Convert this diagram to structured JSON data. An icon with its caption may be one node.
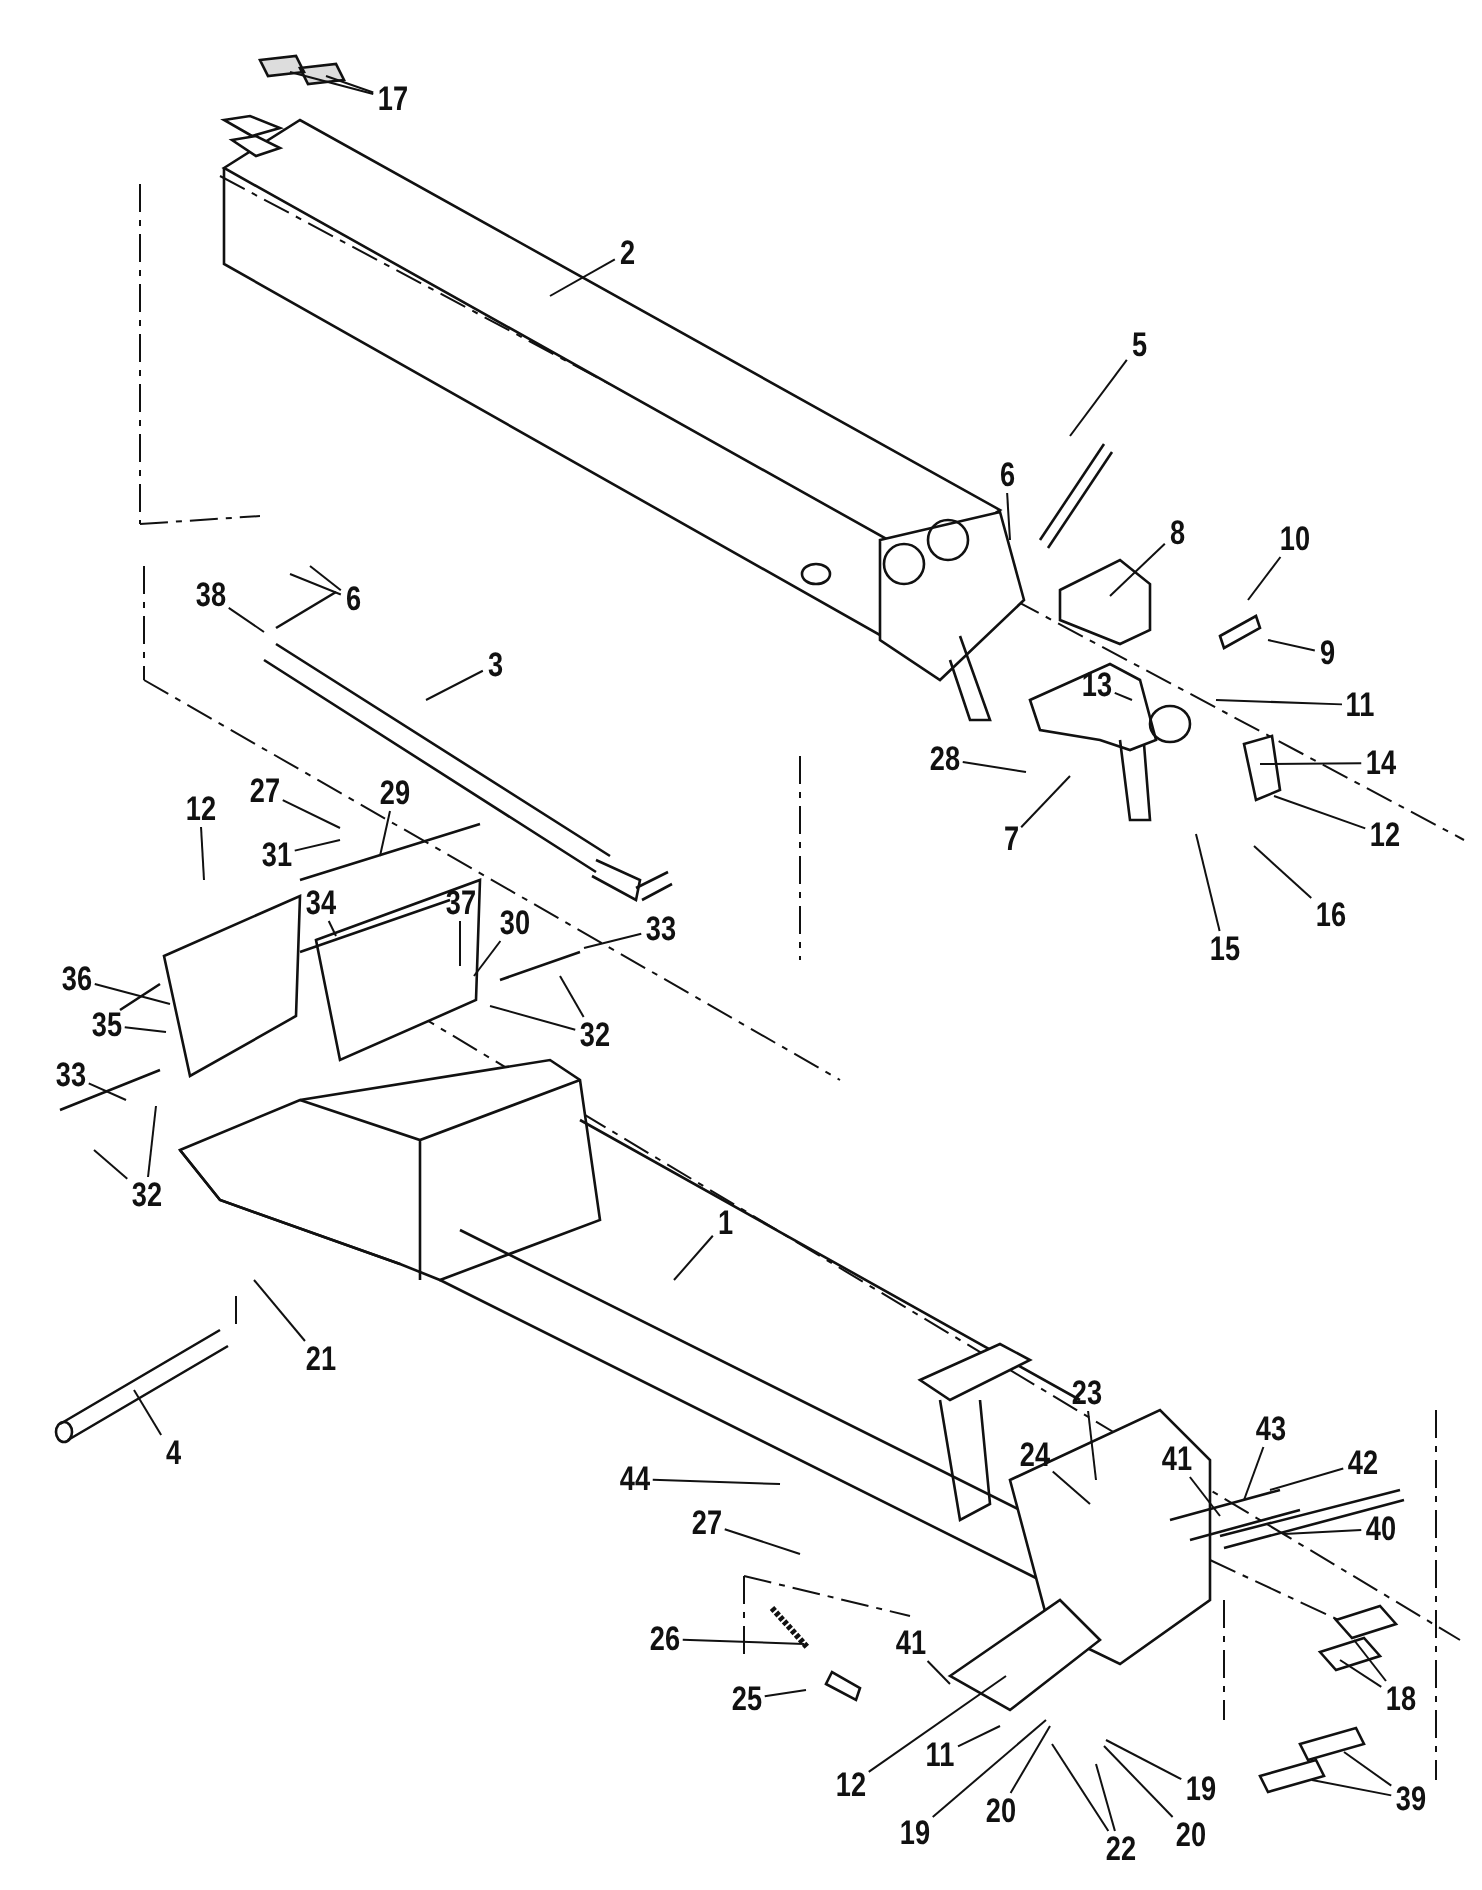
{
  "diagram": {
    "nodes": [
      {
        "text": [
          "17"
        ]
      },
      {
        "text": [
          "2"
        ]
      },
      {
        "text": [
          "5"
        ]
      },
      {
        "text": [
          "6"
        ]
      },
      {
        "text": [
          "38"
        ]
      },
      {
        "text": [
          "6"
        ]
      },
      {
        "text": [
          "8"
        ]
      },
      {
        "text": [
          "10"
        ]
      },
      {
        "text": [
          "9"
        ]
      },
      {
        "text": [
          "13"
        ]
      },
      {
        "text": [
          "11"
        ]
      },
      {
        "text": [
          "14"
        ]
      },
      {
        "text": [
          "12"
        ]
      },
      {
        "text": [
          "28"
        ]
      },
      {
        "text": [
          "7"
        ]
      },
      {
        "text": [
          "16"
        ]
      },
      {
        "text": [
          "15"
        ]
      },
      {
        "text": [
          "3"
        ]
      },
      {
        "text": [
          "27"
        ]
      },
      {
        "text": [
          "12"
        ]
      },
      {
        "text": [
          "29"
        ]
      },
      {
        "text": [
          "31"
        ]
      },
      {
        "text": [
          "34"
        ]
      },
      {
        "text": [
          "37"
        ]
      },
      {
        "text": [
          "30"
        ]
      },
      {
        "text": [
          "33"
        ]
      },
      {
        "text": [
          "32"
        ]
      },
      {
        "text": [
          "36"
        ]
      },
      {
        "text": [
          "35"
        ]
      },
      {
        "text": [
          "33"
        ]
      },
      {
        "text": [
          "32"
        ]
      },
      {
        "text": [
          "1"
        ]
      },
      {
        "text": [
          "21"
        ]
      },
      {
        "text": [
          "4"
        ]
      },
      {
        "text": [
          "44"
        ]
      },
      {
        "text": [
          "27"
        ]
      },
      {
        "text": [
          "26"
        ]
      },
      {
        "text": [
          "25"
        ]
      },
      {
        "text": [
          "23"
        ]
      },
      {
        "text": [
          "24"
        ]
      },
      {
        "text": [
          "43"
        ]
      },
      {
        "text": [
          "42"
        ]
      },
      {
        "text": [
          "41"
        ]
      },
      {
        "text": [
          "40"
        ]
      },
      {
        "text": [
          "18"
        ]
      },
      {
        "text": [
          "41"
        ]
      },
      {
        "text": [
          "12"
        ]
      },
      {
        "text": [
          "11"
        ]
      },
      {
        "text": [
          "19"
        ]
      },
      {
        "text": [
          "20"
        ]
      },
      {
        "text": [
          "19"
        ]
      },
      {
        "text": [
          "20"
        ]
      },
      {
        "text": [
          "22"
        ]
      },
      {
        "text": [
          "39"
        ]
      }
    ],
    "edges": [
      {
        "from": 0,
        "to": null,
        "arrow": "none"
      },
      {
        "from": 0,
        "to": null,
        "arrow": "none"
      },
      {
        "from": 1,
        "to": null,
        "arrow": "none"
      },
      {
        "from": 2,
        "to": null,
        "arrow": "none"
      },
      {
        "from": 3,
        "to": null,
        "arrow": "none"
      },
      {
        "from": 4,
        "to": null,
        "arrow": "none"
      },
      {
        "from": 5,
        "to": null,
        "arrow": "none"
      },
      {
        "from": 5,
        "to": null,
        "arrow": "none"
      },
      {
        "from": 6,
        "to": null,
        "arrow": "none"
      },
      {
        "from": 7,
        "to": null,
        "arrow": "none"
      },
      {
        "from": 8,
        "to": null,
        "arrow": "none"
      },
      {
        "from": 9,
        "to": null,
        "arrow": "none"
      },
      {
        "from": 10,
        "to": null,
        "arrow": "none"
      },
      {
        "from": 11,
        "to": null,
        "arrow": "none"
      },
      {
        "from": 12,
        "to": null,
        "arrow": "none"
      },
      {
        "from": 13,
        "to": null,
        "arrow": "none"
      },
      {
        "from": 14,
        "to": null,
        "arrow": "none"
      },
      {
        "from": 15,
        "to": null,
        "arrow": "none"
      },
      {
        "from": 16,
        "to": null,
        "arrow": "none"
      },
      {
        "from": 17,
        "to": null,
        "arrow": "none"
      },
      {
        "from": 18,
        "to": null,
        "arrow": "none"
      },
      {
        "from": 19,
        "to": null,
        "arrow": "none"
      },
      {
        "from": 20,
        "to": null,
        "arrow": "none"
      },
      {
        "from": 21,
        "to": null,
        "arrow": "none"
      },
      {
        "from": 22,
        "to": null,
        "arrow": "none"
      },
      {
        "from": 23,
        "to": null,
        "arrow": "none"
      },
      {
        "from": 24,
        "to": null,
        "arrow": "none"
      },
      {
        "from": 25,
        "to": null,
        "arrow": "none"
      },
      {
        "from": 26,
        "to": null,
        "arrow": "none"
      },
      {
        "from": 26,
        "to": null,
        "arrow": "none"
      },
      {
        "from": 27,
        "to": null,
        "arrow": "none"
      },
      {
        "from": 28,
        "to": null,
        "arrow": "none"
      },
      {
        "from": 29,
        "to": null,
        "arrow": "none"
      },
      {
        "from": 30,
        "to": null,
        "arrow": "none"
      },
      {
        "from": 30,
        "to": null,
        "arrow": "none"
      },
      {
        "from": 31,
        "to": null,
        "arrow": "none"
      },
      {
        "from": 32,
        "to": null,
        "arrow": "none"
      },
      {
        "from": 33,
        "to": null,
        "arrow": "none"
      },
      {
        "from": 34,
        "to": null,
        "arrow": "none"
      },
      {
        "from": 35,
        "to": null,
        "arrow": "none"
      },
      {
        "from": 36,
        "to": null,
        "arrow": "none"
      },
      {
        "from": 37,
        "to": null,
        "arrow": "none"
      },
      {
        "from": 38,
        "to": null,
        "arrow": "none"
      },
      {
        "from": 39,
        "to": null,
        "arrow": "none"
      },
      {
        "from": 40,
        "to": null,
        "arrow": "none"
      },
      {
        "from": 41,
        "to": null,
        "arrow": "none"
      },
      {
        "from": 42,
        "to": null,
        "arrow": "none"
      },
      {
        "from": 43,
        "to": null,
        "arrow": "none"
      },
      {
        "from": 44,
        "to": null,
        "arrow": "none"
      },
      {
        "from": 44,
        "to": null,
        "arrow": "none"
      },
      {
        "from": 45,
        "to": null,
        "arrow": "none"
      },
      {
        "from": 46,
        "to": null,
        "arrow": "none"
      },
      {
        "from": 47,
        "to": null,
        "arrow": "none"
      },
      {
        "from": 48,
        "to": null,
        "arrow": "none"
      },
      {
        "from": 49,
        "to": null,
        "arrow": "none"
      },
      {
        "from": 50,
        "to": null,
        "arrow": "none"
      },
      {
        "from": 51,
        "to": null,
        "arrow": "none"
      },
      {
        "from": 52,
        "to": null,
        "arrow": "none"
      },
      {
        "from": 52,
        "to": null,
        "arrow": "none"
      },
      {
        "from": 53,
        "to": null,
        "arrow": "none"
      },
      {
        "from": 53,
        "to": null,
        "arrow": "none"
      }
    ]
  }
}
